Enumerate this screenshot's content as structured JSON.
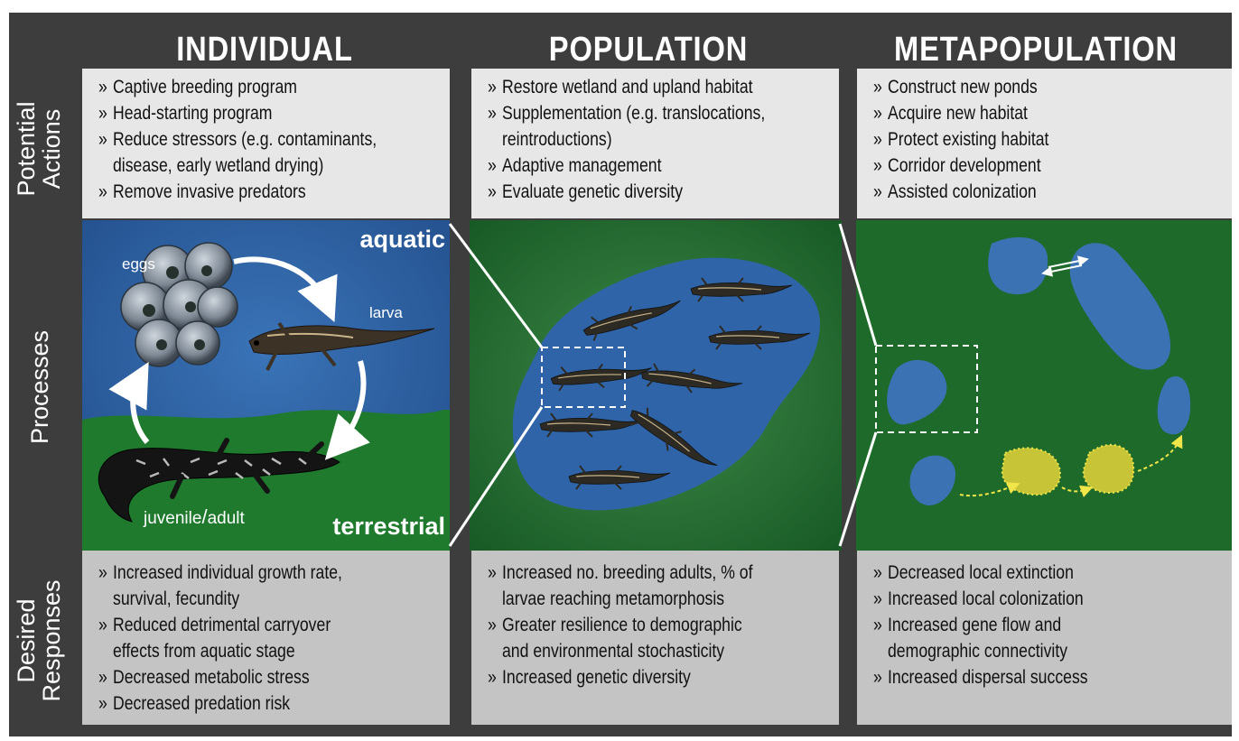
{
  "headers": {
    "individual": "INDIVIDUAL",
    "population": "POPULATION",
    "metapopulation": "METAPOPULATION"
  },
  "row_labels": {
    "actions_line1": "Potential",
    "actions_line2": "Actions",
    "processes": "Processes",
    "responses_line1": "Desired",
    "responses_line2": "Responses"
  },
  "bullet": "»",
  "actions": {
    "individual": [
      "Captive breeding program",
      "Head-starting program",
      "Reduce stressors (e.g. contaminants,",
      "disease, early wetland drying)",
      "Remove invasive predators"
    ],
    "population": [
      "Restore wetland and upland habitat",
      "Supplementation (e.g. translocations,",
      "reintroductions)",
      "Adaptive management",
      "Evaluate genetic diversity"
    ],
    "metapopulation": [
      "Construct new ponds",
      "Acquire new habitat",
      "Protect existing habitat",
      "Corridor development",
      "Assisted colonization"
    ]
  },
  "actions_bulleted": {
    "individual": [
      true,
      true,
      true,
      false,
      true
    ],
    "population": [
      true,
      true,
      false,
      true,
      true
    ],
    "metapopulation": [
      true,
      true,
      true,
      true,
      true
    ]
  },
  "responses": {
    "individual": [
      "Increased individual growth rate,",
      "survival, fecundity",
      "Reduced detrimental carryover",
      "effects from aquatic stage",
      "Decreased metabolic stress",
      "Decreased predation risk"
    ],
    "population": [
      "Increased no. breeding adults, % of",
      "larvae reaching metamorphosis",
      "Greater resilience to demographic",
      "and environmental stochasticity",
      "Increased genetic diversity"
    ],
    "metapopulation": [
      "Decreased local extinction",
      "Increased local colonization",
      "Increased gene flow and",
      "demographic connectivity",
      "Increased dispersal success"
    ]
  },
  "responses_bulleted": {
    "individual": [
      true,
      false,
      true,
      false,
      true,
      true
    ],
    "population": [
      true,
      false,
      true,
      false,
      true
    ],
    "metapopulation": [
      true,
      true,
      true,
      false,
      true
    ]
  },
  "lifecycle": {
    "aquatic": "aquatic",
    "terrestrial": "terrestrial",
    "eggs": "eggs",
    "larva": "larva",
    "juvenile": "juvenile",
    "slash": "/",
    "adult": "adult"
  },
  "colors": {
    "frame": "#3d3d3d",
    "actions_box": "#e7e7e7",
    "responses_box": "#c4c4c4",
    "aquatic_blue": "#2d62a6",
    "terrestrial_green": "#1f7a2e",
    "pond_blue": "#3a72b4",
    "new_pond_yellow": "#c8c437",
    "arrow_yellow": "#f0e64a"
  },
  "icons": [
    "egg-mass-icon",
    "larva-icon",
    "salamander-adult-icon",
    "cycle-arrow-icon",
    "double-arrow-icon",
    "dashed-arrow-icon"
  ]
}
